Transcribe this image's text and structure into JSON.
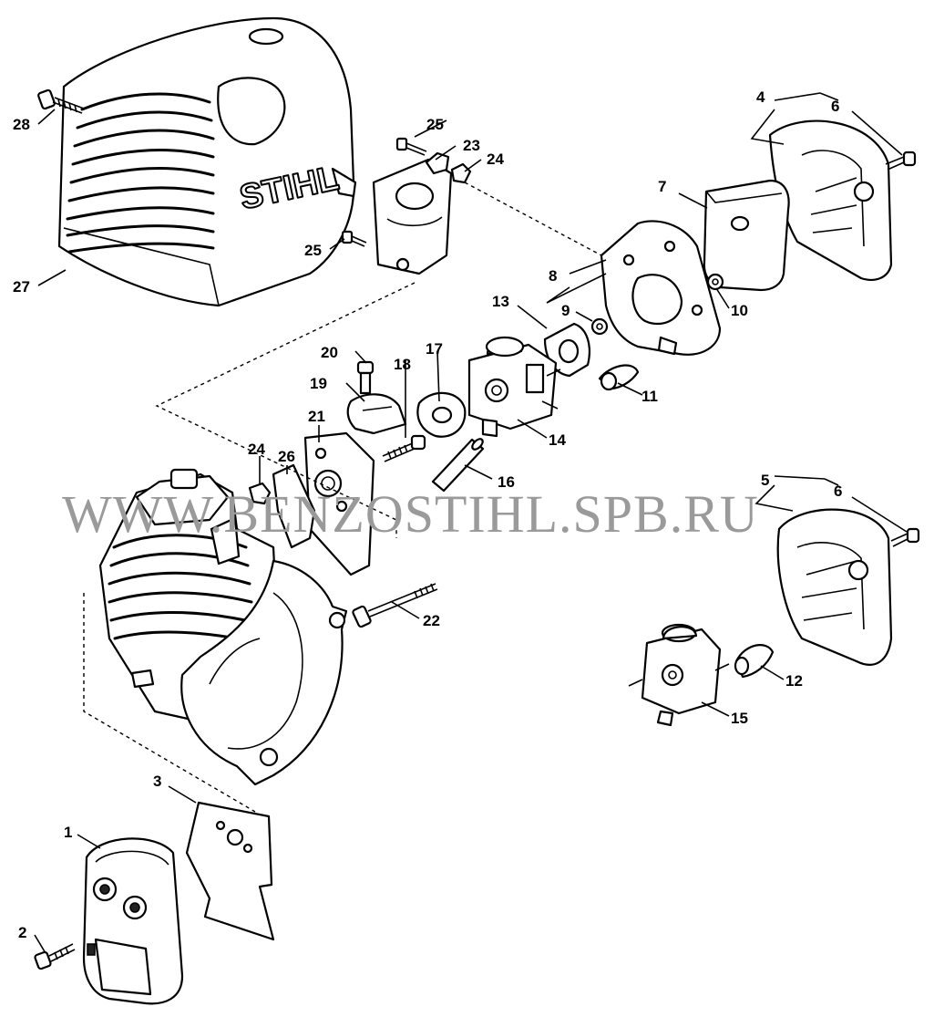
{
  "brand_text": "STIHL",
  "watermark": "WWW.BENZOSTIHL.SPB.RU",
  "callouts": {
    "c1": "1",
    "c2": "2",
    "c3": "3",
    "c4": "4",
    "c5": "5",
    "c6a": "6",
    "c6b": "6",
    "c7": "7",
    "c8": "8",
    "c9": "9",
    "c10": "10",
    "c11": "11",
    "c12": "12",
    "c13": "13",
    "c14": "14",
    "c15": "15",
    "c16": "16",
    "c17": "17",
    "c18": "18",
    "c19": "19",
    "c20": "20",
    "c21": "21",
    "c22": "22",
    "c23": "23",
    "c24a": "24",
    "c24b": "24",
    "c25a": "25",
    "c25b": "25",
    "c26": "26",
    "c27": "27",
    "c28": "28"
  }
}
